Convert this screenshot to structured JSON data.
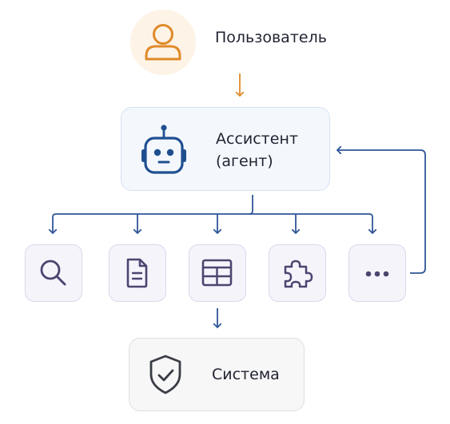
{
  "user": {
    "label": "Пользователь",
    "icon": "user-icon"
  },
  "assistant": {
    "line1": "Ассистент",
    "line2": "(агент)",
    "icon": "robot-icon"
  },
  "tools": [
    {
      "icon": "search-icon"
    },
    {
      "icon": "document-icon"
    },
    {
      "icon": "table-icon"
    },
    {
      "icon": "puzzle-icon"
    },
    {
      "icon": "more-icon"
    }
  ],
  "system": {
    "label": "Система",
    "icon": "shield-check-icon"
  },
  "colors": {
    "user_accent": "#e08a2a",
    "robot_blue": "#1f4f8f",
    "arrow_blue": "#2f5597",
    "tool_icon": "#4a4670",
    "system_icon": "#3a3d45"
  }
}
